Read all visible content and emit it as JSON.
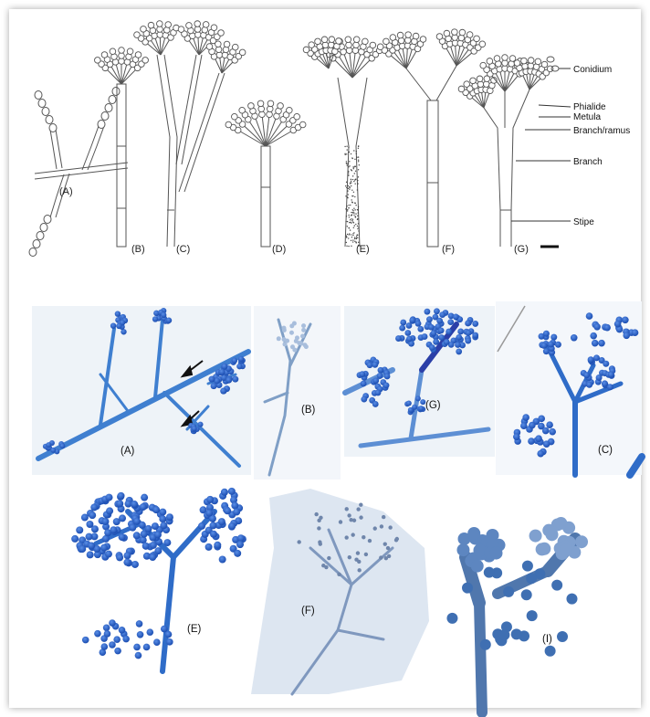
{
  "drawing": {
    "panel_labels": [
      "(A)",
      "(B)",
      "(C)",
      "(D)",
      "(E)",
      "(F)",
      "(G)"
    ],
    "annotations": [
      "Conidium",
      "Phialide",
      "Metula",
      "Branch/ramus",
      "Branch",
      "Stipe"
    ]
  },
  "micrographs": {
    "labels": [
      "(A)",
      "(B)",
      "(G)",
      "(C)",
      "(E)",
      "(F)",
      "(I)"
    ]
  },
  "colors": {
    "stain": "#1f5fc4",
    "stain_dark": "#1a3f9a",
    "line": "#555555"
  }
}
